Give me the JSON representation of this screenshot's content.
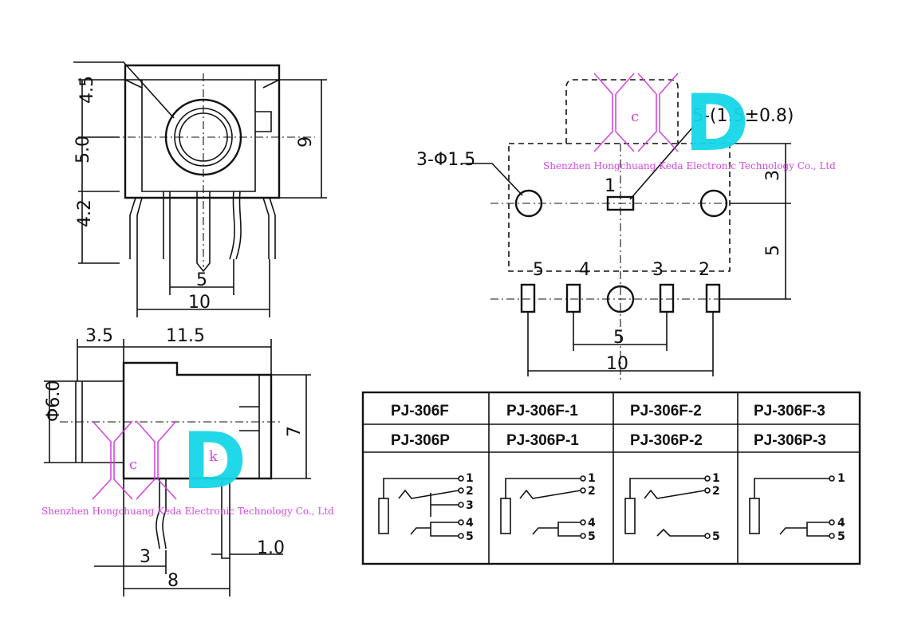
{
  "front_view": {
    "dims": {
      "d45": "4.5",
      "d50": "5.0",
      "d42": "4.2",
      "d9": "9",
      "d5": "5",
      "d10": "10"
    }
  },
  "side_view": {
    "dims": {
      "d35": "3.5",
      "d115": "11.5",
      "dphi6": "Φ6.0",
      "d7": "7",
      "d3": "3",
      "d8": "8",
      "d10": "1.0"
    }
  },
  "footprint": {
    "labels": {
      "holes": "3-Φ1.5",
      "slot": "5-(1.5±0.8)",
      "d3": "3",
      "d5v": "5",
      "d5": "5",
      "d10": "10"
    },
    "pins": [
      "1",
      "5",
      "4",
      "3",
      "2"
    ]
  },
  "table": {
    "row1": [
      "PJ-306F",
      "PJ-306F-1",
      "PJ-306F-2",
      "PJ-306F-3"
    ],
    "row2": [
      "PJ-306P",
      "PJ-306P-1",
      "PJ-306P-2",
      "PJ-306P-3"
    ],
    "schem1": [
      "1",
      "2",
      "3",
      "4",
      "5"
    ],
    "schem2": [
      "1",
      "2",
      "4",
      "5"
    ],
    "schem3": [
      "1",
      "2",
      "5"
    ],
    "schem4": [
      "1",
      "4",
      "5"
    ]
  },
  "watermark": {
    "company": "Shenzhen Hongchuang Keda Electronic Technology Co., Ltd",
    "letter_d": "D",
    "letter_c": "c",
    "letter_k": "k"
  },
  "colors": {
    "line": "#111111",
    "wm_magenta": "#d23fe0",
    "wm_cyan": "#16d6e8",
    "background": "#ffffff"
  }
}
